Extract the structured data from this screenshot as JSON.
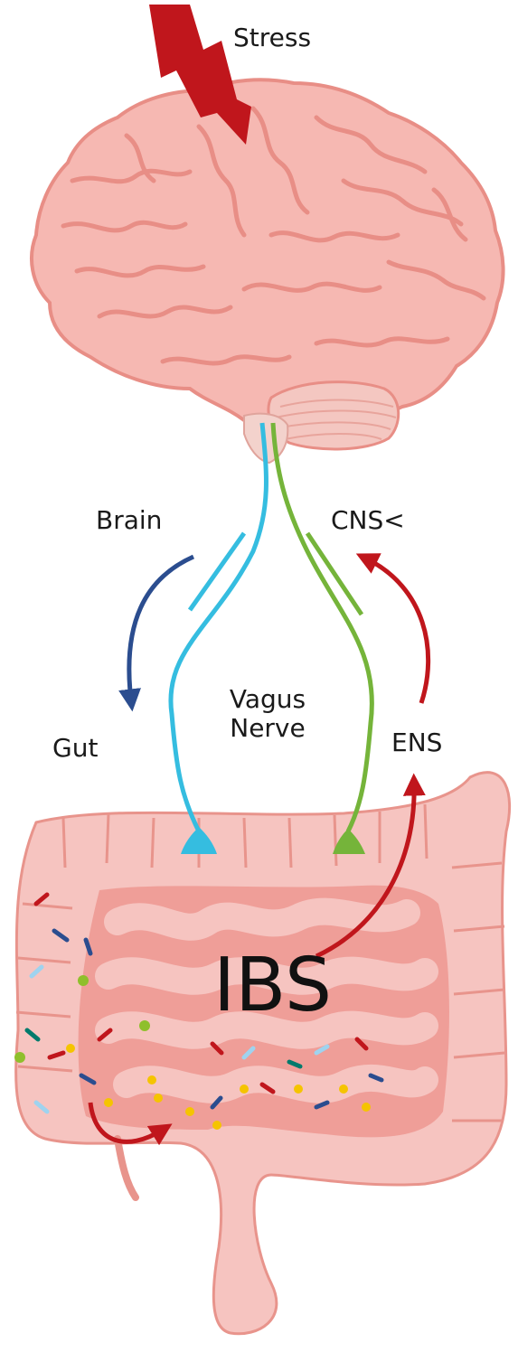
{
  "labels": {
    "stress": "Stress",
    "brain": "Brain",
    "cns": "CNS<",
    "gut": "Gut",
    "ens": "ENS",
    "vagus_line1": "Vagus",
    "vagus_line2": "Nerve",
    "ibs": "IBS"
  },
  "colors": {
    "brain_fill": "#f6b8b2",
    "brain_outline": "#e88e86",
    "stress_bolt": "#c0161c",
    "vagus_blue": "#35bde0",
    "vagus_green": "#75b43a",
    "arrow_dark_blue": "#2b4d8f",
    "arrow_red": "#c0161c",
    "intestine_fill": "#f6c4c0",
    "intestine_inner": "#ef9e98"
  },
  "icons": [
    "lightning-bolt-icon",
    "brain-illustration",
    "intestines-illustration"
  ]
}
